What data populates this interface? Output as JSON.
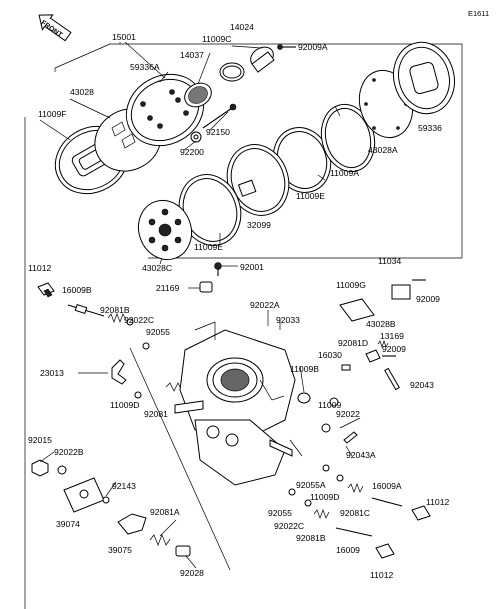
{
  "diagram_code": "E1611",
  "front_label": "FRONT",
  "labels": [
    {
      "id": "15001",
      "text": "15001"
    },
    {
      "id": "14024",
      "text": "14024"
    },
    {
      "id": "11009C",
      "text": "11009C"
    },
    {
      "id": "92009A",
      "text": "92009A"
    },
    {
      "id": "14037",
      "text": "14037"
    },
    {
      "id": "59336A",
      "text": "59336A"
    },
    {
      "id": "43028",
      "text": "43028"
    },
    {
      "id": "11009F",
      "text": "11009F"
    },
    {
      "id": "92150",
      "text": "92150"
    },
    {
      "id": "92200",
      "text": "92200"
    },
    {
      "id": "59336",
      "text": "59336"
    },
    {
      "id": "43028A",
      "text": "43028A"
    },
    {
      "id": "11009A",
      "text": "11009A"
    },
    {
      "id": "11009E_top",
      "text": "11009E"
    },
    {
      "id": "32099",
      "text": "32099"
    },
    {
      "id": "11009E_bottom",
      "text": "11009E"
    },
    {
      "id": "43028C",
      "text": "43028C"
    },
    {
      "id": "92001",
      "text": "92001"
    },
    {
      "id": "11012_top",
      "text": "11012"
    },
    {
      "id": "21169",
      "text": "21169"
    },
    {
      "id": "16009B",
      "text": "16009B"
    },
    {
      "id": "92022A",
      "text": "92022A"
    },
    {
      "id": "92081B_top",
      "text": "92081B"
    },
    {
      "id": "92033",
      "text": "92033"
    },
    {
      "id": "92022C",
      "text": "92022C"
    },
    {
      "id": "92055",
      "text": "92055"
    },
    {
      "id": "11034",
      "text": "11034"
    },
    {
      "id": "11009G",
      "text": "11009G"
    },
    {
      "id": "92009",
      "text": "92009"
    },
    {
      "id": "43028B",
      "text": "43028B"
    },
    {
      "id": "13169",
      "text": "13169"
    },
    {
      "id": "92081D",
      "text": "92081D"
    },
    {
      "id": "92009_mid",
      "text": "92009"
    },
    {
      "id": "16030",
      "text": "16030"
    },
    {
      "id": "23013",
      "text": "23013"
    },
    {
      "id": "11009B",
      "text": "11009B"
    },
    {
      "id": "92043",
      "text": "92043"
    },
    {
      "id": "11009D_left",
      "text": "11009D"
    },
    {
      "id": "11009",
      "text": "11009"
    },
    {
      "id": "92081",
      "text": "92081"
    },
    {
      "id": "92022",
      "text": "92022"
    },
    {
      "id": "92043A",
      "text": "92043A"
    },
    {
      "id": "92015",
      "text": "92015"
    },
    {
      "id": "92022B",
      "text": "92022B"
    },
    {
      "id": "92143",
      "text": "92143"
    },
    {
      "id": "92055A",
      "text": "92055A"
    },
    {
      "id": "16009A",
      "text": "16009A"
    },
    {
      "id": "11009D_right",
      "text": "11009D"
    },
    {
      "id": "92081C",
      "text": "92081C"
    },
    {
      "id": "11012_right",
      "text": "11012"
    },
    {
      "id": "39074",
      "text": "39074"
    },
    {
      "id": "92081A",
      "text": "92081A"
    },
    {
      "id": "92055_low",
      "text": "92055"
    },
    {
      "id": "92022C_low",
      "text": "92022C"
    },
    {
      "id": "92081B_low",
      "text": "92081B"
    },
    {
      "id": "39075",
      "text": "39075"
    },
    {
      "id": "16009",
      "text": "16009"
    },
    {
      "id": "92028",
      "text": "92028"
    },
    {
      "id": "11012_bottom",
      "text": "11012"
    }
  ]
}
